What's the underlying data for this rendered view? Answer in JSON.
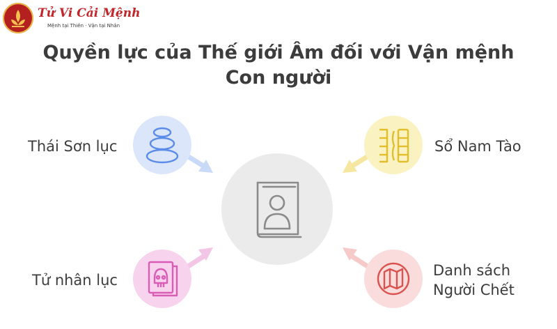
{
  "logo": {
    "title": "Tử Vi Cải Mệnh",
    "subtitle": "Mệnh tại Thiên · Vận tại Nhân"
  },
  "title_line1": "Quyền lực của Thế giới Âm đối với Vận mệnh",
  "title_line2": "Con người",
  "nodes": [
    {
      "label": "Thái Sơn lục",
      "icon": "stacked-stones-icon",
      "color": "#dbe6fb",
      "stroke": "#5b8ce8",
      "arrow": "#c9daf8"
    },
    {
      "label": "Sổ Nam Tào",
      "icon": "record-book-icon",
      "color": "#fbf2c2",
      "stroke": "#e2bf2a",
      "arrow": "#f6e7a0"
    },
    {
      "label": "Tử nhân lục",
      "icon": "skull-document-icon",
      "color": "#f7d3ee",
      "stroke": "#d95cb5",
      "arrow": "#f3c6e6"
    },
    {
      "label_line1": "Danh sách",
      "label_line2": "Người Chết",
      "icon": "map-icon",
      "color": "#fbdcdc",
      "stroke": "#d9534f",
      "arrow": "#f7caca"
    }
  ],
  "center": {
    "icon": "person-book-icon",
    "color": "#ebebeb",
    "stroke": "#8a8a8a"
  }
}
